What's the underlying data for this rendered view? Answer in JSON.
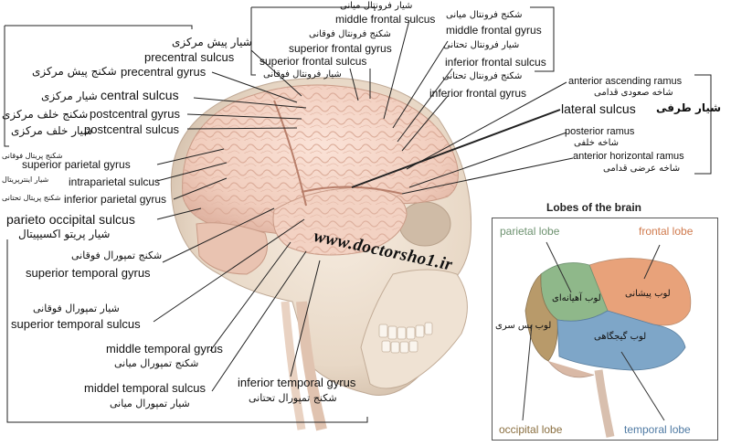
{
  "watermark": "www.doctorsho1.ir",
  "inset": {
    "title": "Lobes of the brain",
    "parietal_en": "parietal lobe",
    "frontal_en": "frontal lobe",
    "occipital_en": "occipital lobe",
    "temporal_en": "temporal lobe",
    "parietal_fa": "لوب آهیانه‌ای",
    "frontal_fa": "لوب پیشانی",
    "occipital_fa": "لوب پس سری",
    "temporal_fa": "لوب گیجگاهی",
    "colors": {
      "parietal": "#8fb88a",
      "frontal": "#e8a27a",
      "occipital": "#b89a6a",
      "temporal": "#7ea6c8"
    }
  },
  "labels": {
    "middle_frontal_sulcus_fa": "شیار فرونتال میانی",
    "middle_frontal_sulcus_en": "middle frontal sulcus",
    "middle_frontal_gyrus_fa": "شکنج فرونتال میانی",
    "middle_frontal_gyrus_en": "middle frontal gyrus",
    "superior_frontal_gyrus_fa": "شکنج فرونتال فوقانی",
    "superior_frontal_gyrus_en": "superior frontal gyrus",
    "superior_frontal_sulcus_en": "superior frontal sulcus",
    "superior_frontal_sulcus_fa": "شیار فرونتال فوقانی",
    "inferior_frontal_sulcus_fa": "شیار فرونتال تحتانی",
    "inferior_frontal_sulcus_en": "inferior frontal sulcus",
    "inferior_frontal_gyrus_fa": "شکنج فرونتال تحتانی",
    "inferior_frontal_gyrus_en": "inferior frontal gyrus",
    "precentral_sulcus_fa": "شیار پیش مرکزی",
    "precentral_sulcus_en": "precentral sulcus",
    "precentral_gyrus_fa": "شکنج پیش مرکزی",
    "precentral_gyrus_en": "precentral gyrus",
    "central_sulcus_en": "central sulcus",
    "central_sulcus_fa": "شیار مرکزی",
    "postcentral_gyrus_fa": "شکنج خلف مرکزی",
    "postcentral_gyrus_en": "postcentral gyrus",
    "postcentral_sulcus_fa": "شیار خلف مرکزی",
    "postcentral_sulcus_en": "postcentral sulcus",
    "superior_parietal_gyrus_fa": "شکنج پریتال فوقانی",
    "superior_parietal_gyrus_en": "superior parietal gyrus",
    "intraparietal_fa": "شیار اینترپریتال",
    "intraparietal_en": "intraparietal sulcus",
    "inferior_parietal_gyrus_fa": "شکنج پریتال تحتانی",
    "inferior_parietal_gyrus_en": "inferior parietal gyrus",
    "parieto_occipital_en": "parieto occipital sulcus",
    "parieto_occipital_fa": "شیار پریتو اکسیپیتال",
    "superior_temporal_gyrus_fa": "شکنج تمپورال فوقانی",
    "superior_temporal_gyrus_en": "superior temporal gyrus",
    "superior_temporal_sulcus_fa": "شیار تمپورال فوقانی",
    "superior_temporal_sulcus_en": "superior temporal sulcus",
    "middle_temporal_gyrus_en": "middle temporal gyrus",
    "middle_temporal_gyrus_fa": "شکنج تمپورال میانی",
    "middle_temporal_sulcus_en": "middel temporal sulcus",
    "middle_temporal_sulcus_fa": "شیار تمپورال میانی",
    "inferior_temporal_gyrus_en": "inferior temporal gyrus",
    "inferior_temporal_gyrus_fa": "شکنج تمپورال تحتانی",
    "anterior_ascending_ramus_en": "anterior ascending ramus",
    "anterior_ascending_ramus_fa": "شاخه صعودی قدامی",
    "lateral_sulcus_en": "lateral sulcus",
    "lateral_sulcus_fa": "شیار طرفی",
    "posterior_ramus_en": "posterior ramus",
    "posterior_ramus_fa": "شاخه خلفی",
    "anterior_horizontal_ramus_en": "anterior horizontal ramus",
    "anterior_horizontal_ramus_fa": "شاخه عرضی قدامی"
  }
}
